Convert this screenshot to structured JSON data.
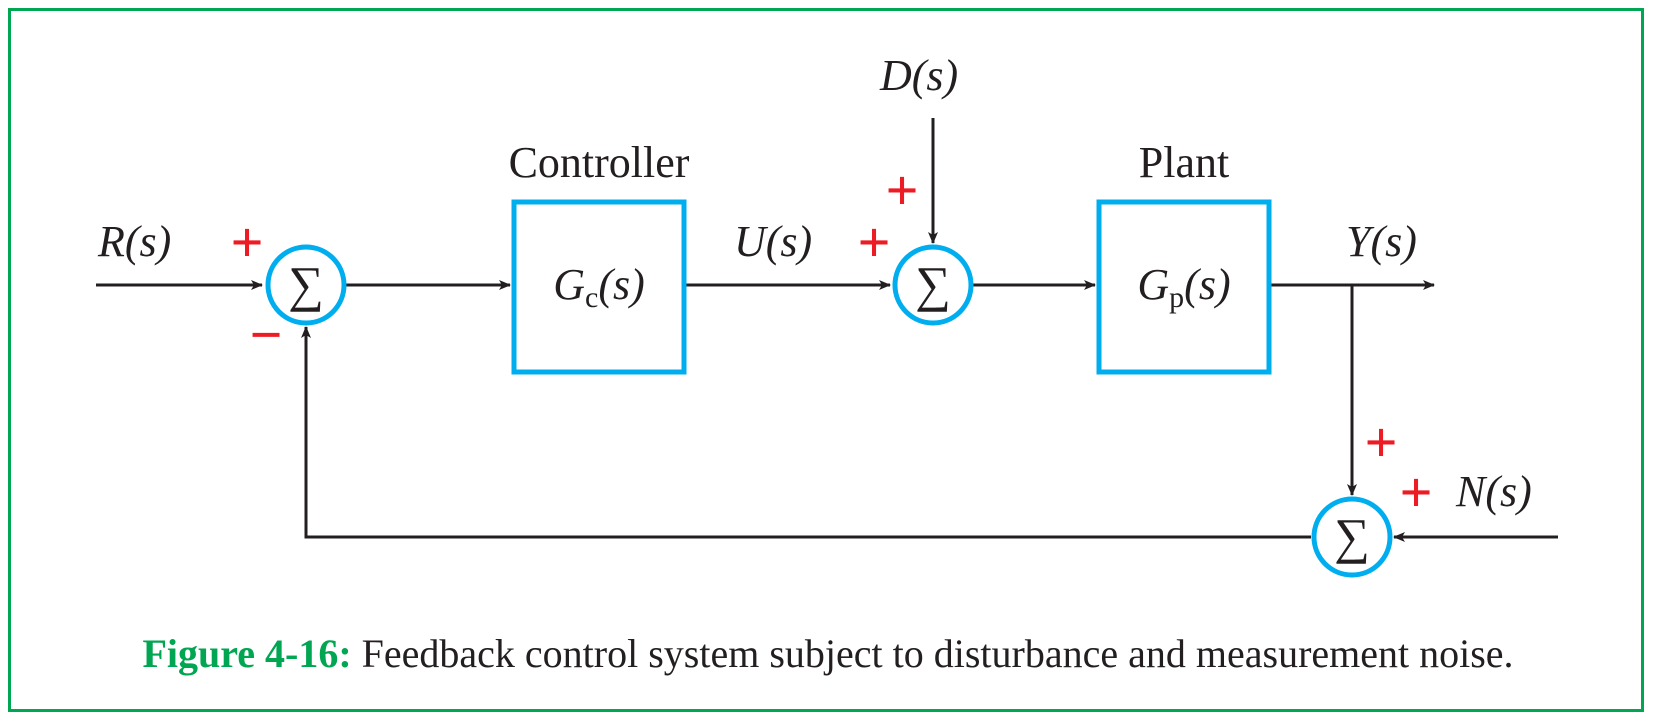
{
  "colors": {
    "frame": "#00a651",
    "block": "#00aeef",
    "sign": "#ed1c24",
    "line": "#231f20",
    "caption_label": "#00a651"
  },
  "sum_symbol": "∑",
  "labels": {
    "controller": "Controller",
    "plant": "Plant",
    "controller_tf": {
      "main": "G",
      "sub": "c",
      "arg": "(s)"
    },
    "plant_tf": {
      "main": "G",
      "sub": "p",
      "arg": "(s)"
    }
  },
  "signals": {
    "reference": {
      "main": "R",
      "arg": "(s)"
    },
    "control": {
      "main": "U",
      "arg": "(s)"
    },
    "disturbance": {
      "main": "D",
      "arg": "(s)"
    },
    "output": {
      "main": "Y",
      "arg": "(s)"
    },
    "noise": {
      "main": "N",
      "arg": "(s)"
    }
  },
  "signs": {
    "sum1_ref": "+",
    "sum1_feedback": "−",
    "sum2_control": "+",
    "sum2_disturbance": "+",
    "sum3_output": "+",
    "sum3_noise": "+"
  },
  "caption": {
    "label": "Figure 4-16:",
    "text": "Feedback control system subject to disturbance and measurement noise."
  }
}
